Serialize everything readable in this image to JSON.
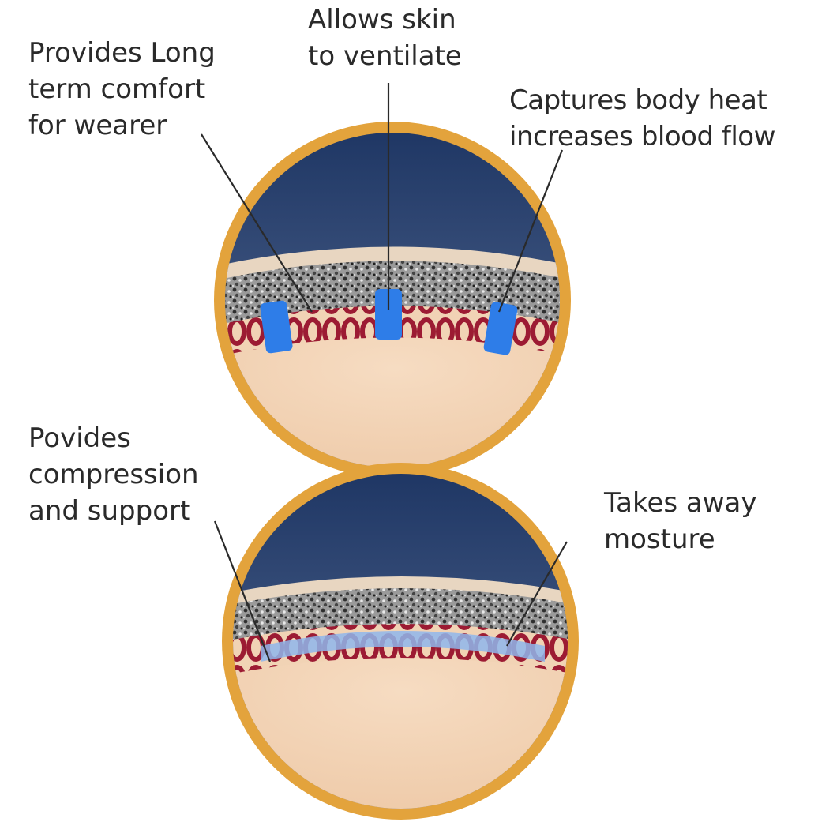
{
  "labels": {
    "comfort": [
      "Provides Long",
      "term comfort",
      "for wearer"
    ],
    "ventilate": [
      "Allows skin",
      "to ventilate"
    ],
    "heat": [
      "Captures body heat",
      "increases blood flow"
    ],
    "compress": [
      "Povides",
      "compression",
      "and support"
    ],
    "moisture": [
      "Takes away",
      "mosture"
    ]
  },
  "colors": {
    "ring": "#e3a33c",
    "sky_top": "#1d3563",
    "sky_bottom": "#5a6f96",
    "skin": "#f1d3b5",
    "fiber_red": "#9c1b33",
    "fiber_gray": "#5c5c5c",
    "channel_blue": "#2e7de8",
    "label_text": "#2a2a2a"
  }
}
